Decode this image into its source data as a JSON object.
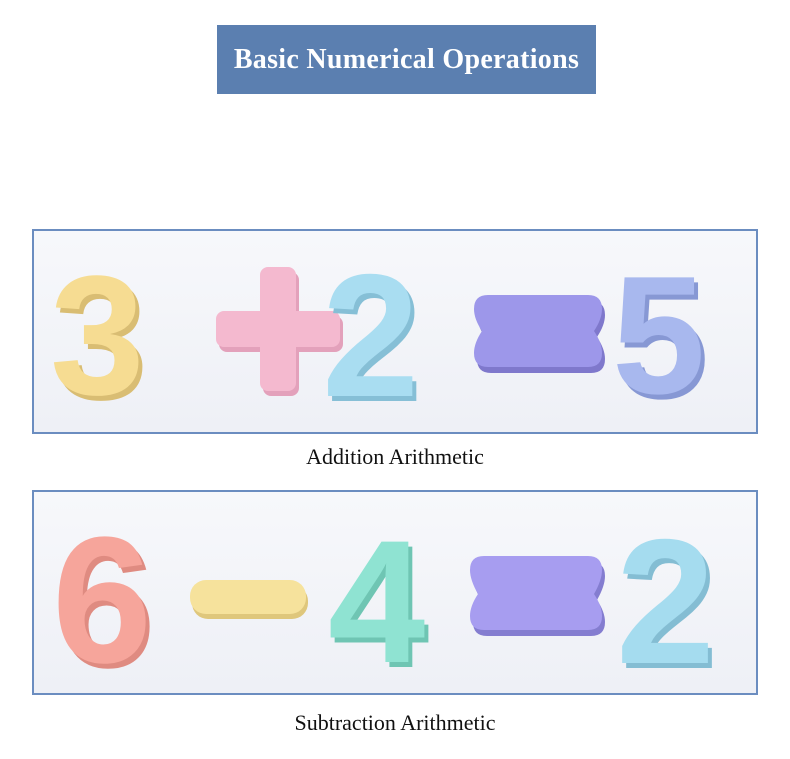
{
  "title": "Basic Numerical Operations",
  "addition": {
    "caption": "Addition Arithmetic",
    "pieces": [
      {
        "symbol": "3",
        "color": "#f6dc92"
      },
      {
        "symbol": "+",
        "color": "#f4b9cf"
      },
      {
        "symbol": "2",
        "color": "#a9ddf1"
      },
      {
        "symbol": "=",
        "color": "#9d97ea"
      },
      {
        "symbol": "5",
        "color": "#a8b8ee"
      }
    ]
  },
  "subtraction": {
    "caption": "Subtraction Arithmetic",
    "pieces": [
      {
        "symbol": "6",
        "color": "#f6a59b"
      },
      {
        "symbol": "−",
        "color": "#f6e29c"
      },
      {
        "symbol": "4",
        "color": "#8fe3d2"
      },
      {
        "symbol": "=",
        "color": "#a79df0"
      },
      {
        "symbol": "2",
        "color": "#a5dcef"
      }
    ]
  }
}
